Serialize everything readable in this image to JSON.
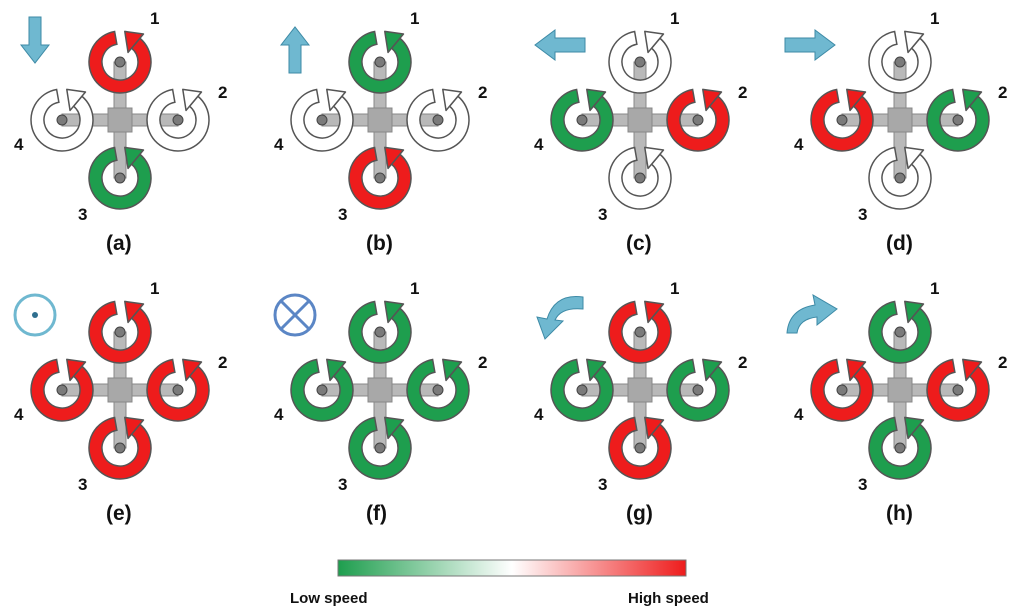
{
  "colors": {
    "high": "#ee1c1c",
    "low": "#1e9e4e",
    "neutral": "#ffffff",
    "outline": "#555555",
    "frame": "#b9b9b9",
    "arrow": "#6fb8d0",
    "hub": "#7a7a7a"
  },
  "panels": [
    {
      "caption": "(a)",
      "rotors": [
        "high",
        "neutral",
        "low",
        "neutral"
      ],
      "indicator": "arrow-down-icon"
    },
    {
      "caption": "(b)",
      "rotors": [
        "low",
        "neutral",
        "high",
        "neutral"
      ],
      "indicator": "arrow-up-icon"
    },
    {
      "caption": "(c)",
      "rotors": [
        "neutral",
        "high",
        "neutral",
        "low"
      ],
      "indicator": "arrow-left-icon"
    },
    {
      "caption": "(d)",
      "rotors": [
        "neutral",
        "low",
        "neutral",
        "high"
      ],
      "indicator": "arrow-right-icon"
    },
    {
      "caption": "(e)",
      "rotors": [
        "high",
        "high",
        "high",
        "high"
      ],
      "indicator": "out-of-page-icon"
    },
    {
      "caption": "(f)",
      "rotors": [
        "low",
        "low",
        "low",
        "low"
      ],
      "indicator": "into-page-icon"
    },
    {
      "caption": "(g)",
      "rotors": [
        "high",
        "low",
        "high",
        "low"
      ],
      "indicator": "rotate-ccw-icon"
    },
    {
      "caption": "(h)",
      "rotors": [
        "low",
        "high",
        "low",
        "high"
      ],
      "indicator": "rotate-cw-icon"
    }
  ],
  "rotor_labels": [
    "1",
    "2",
    "3",
    "4"
  ],
  "legend": {
    "low_label": "Low speed",
    "high_label": "High speed"
  }
}
